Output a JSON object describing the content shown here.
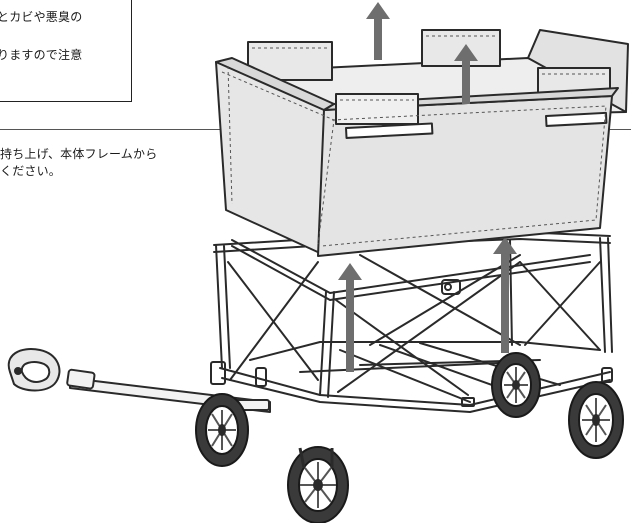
{
  "notice": {
    "line1": "とカビや悪臭の",
    "line2": "りますので注意"
  },
  "instruction": {
    "line1": "持ち上げ、本体フレームから",
    "line2": "ください。"
  },
  "colors": {
    "fabric": "#e6e6e6",
    "fabric_inner": "#eeeeee",
    "outline": "#2a2a2a",
    "arrow": "#6e6e6e",
    "tire": "#3a3a3a"
  }
}
